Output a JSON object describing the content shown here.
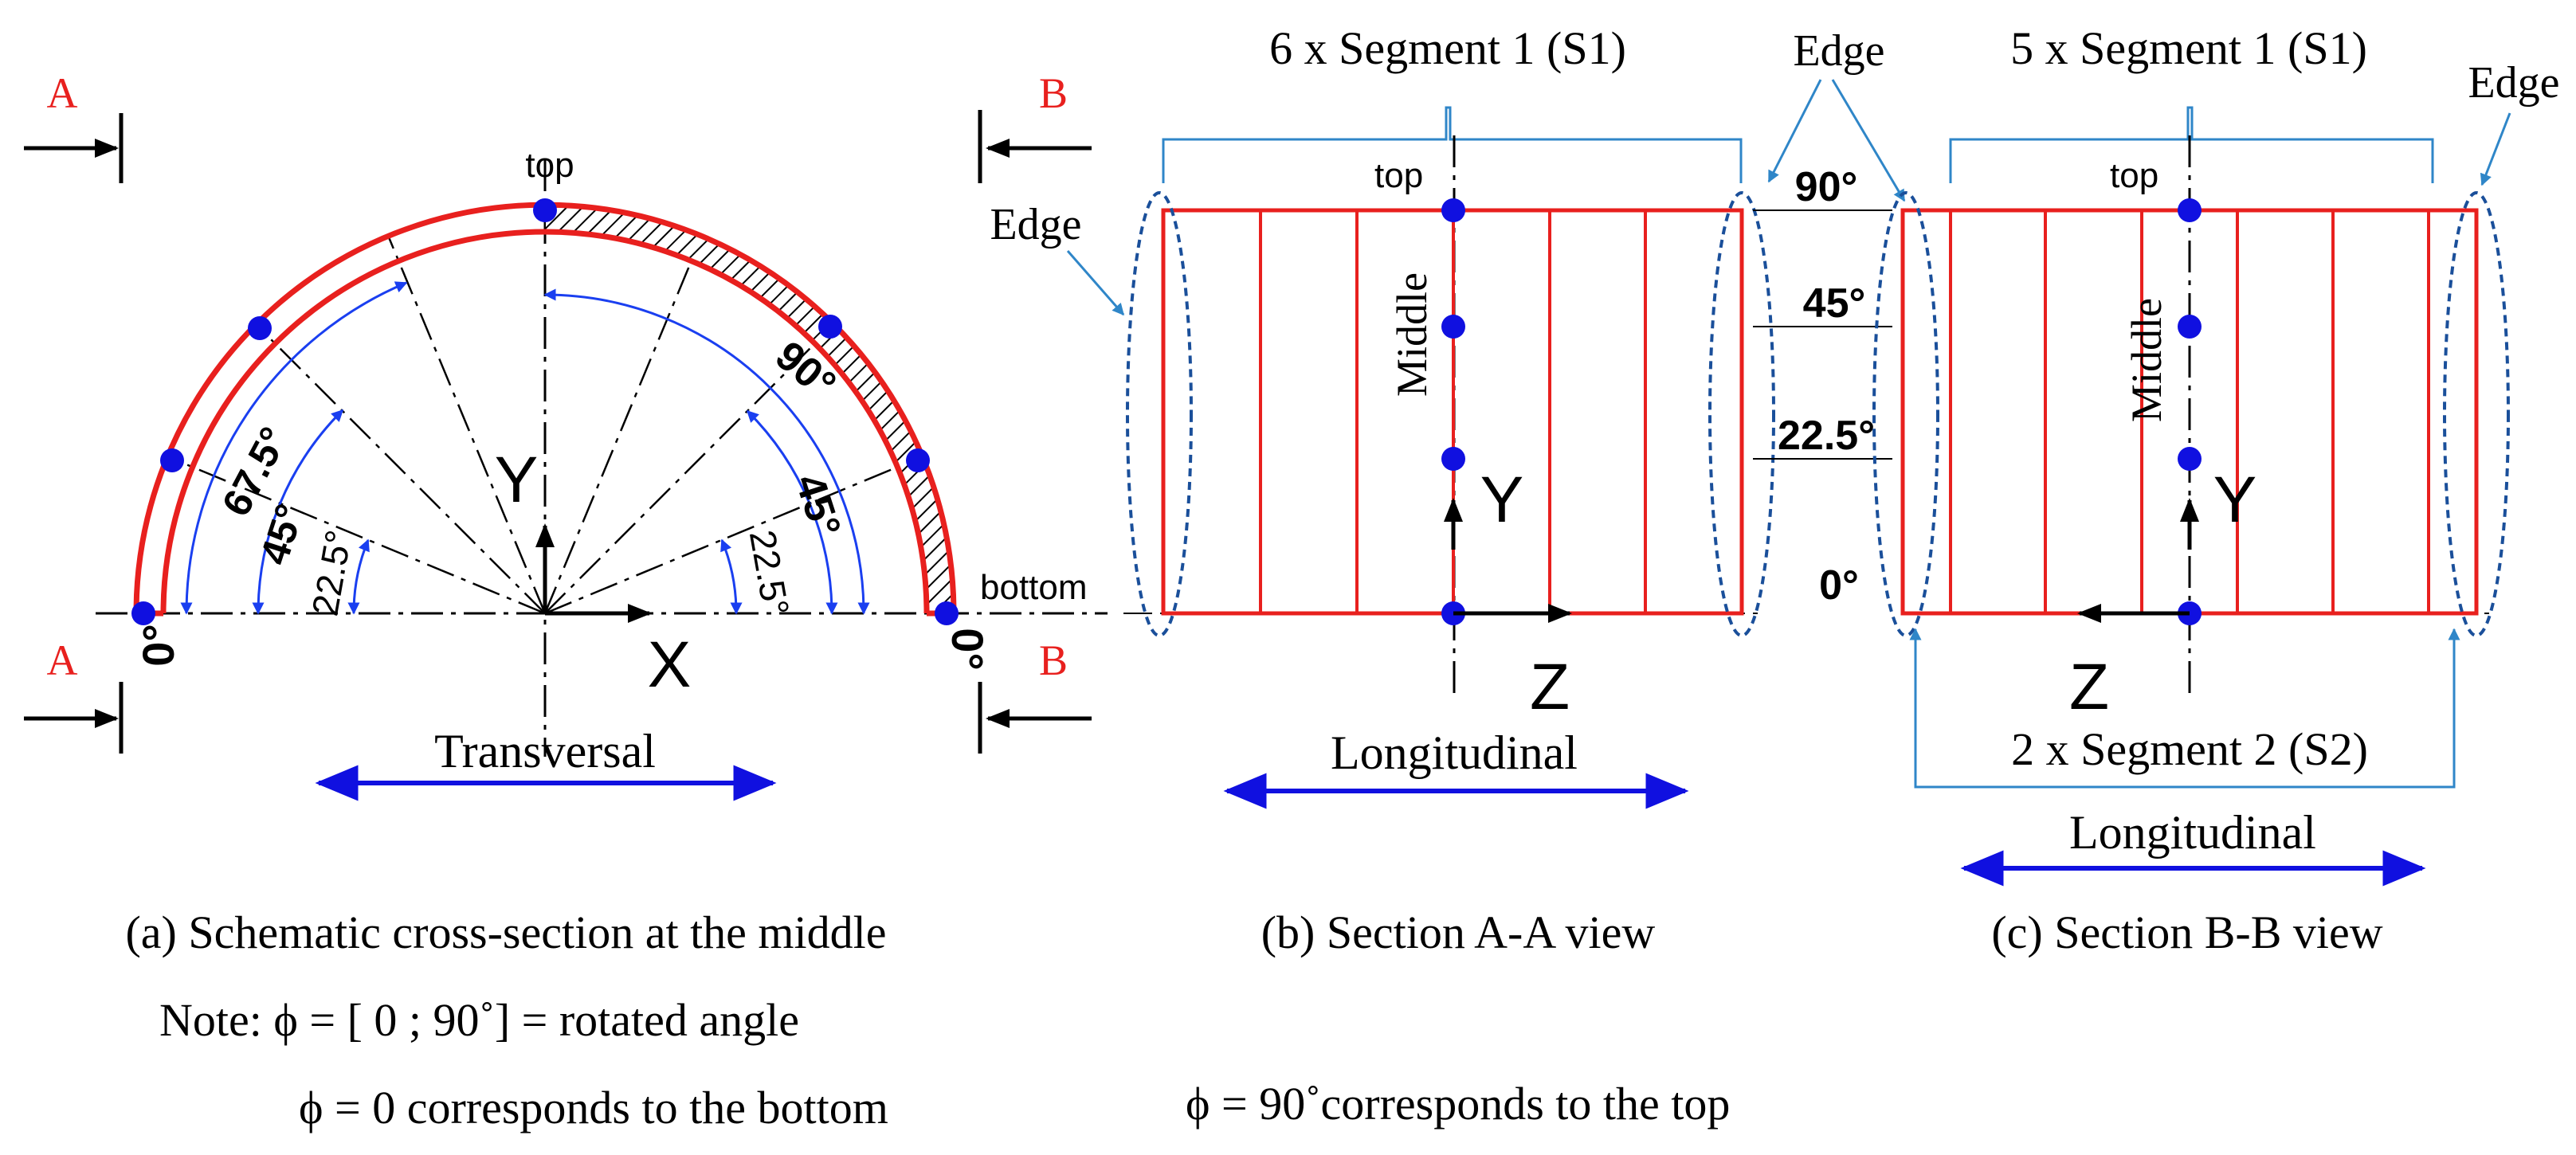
{
  "section_markers": {
    "a_top": "A",
    "a_bottom": "A",
    "b_top": "B",
    "b_bottom": "B"
  },
  "panel_a": {
    "label_top": "top",
    "label_bottom": "bottom",
    "axis_y": "Y",
    "axis_x": "X",
    "angle_left_67": "67.5°",
    "angle_left_45": "45°",
    "angle_left_22": "22.5°",
    "angle_left_0": "0°",
    "angle_right_90": "90°",
    "angle_right_45": "45°",
    "angle_right_22": "22.5°",
    "angle_right_0": "0°",
    "direction_label": "Transversal",
    "caption": "(a) Schematic cross-section at the middle"
  },
  "panel_b": {
    "segments_label": "6 x Segment 1 (S1)",
    "edge_label": "Edge",
    "label_top": "top",
    "label_middle": "Middle",
    "axis_y": "Y",
    "axis_z": "Z",
    "direction_label": "Longitudinal",
    "caption": "(b) Section A-A view"
  },
  "angle_scale": {
    "edge_label": "Edge",
    "a90": "90°",
    "a45": "45°",
    "a22": "22.5°",
    "a0": "0°"
  },
  "panel_c": {
    "segments_label": "5 x Segment 1 (S1)",
    "edge_label": "Edge",
    "label_top": "top",
    "label_middle": "Middle",
    "axis_y": "Y",
    "axis_z": "Z",
    "segments2_label": "2 x Segment 2 (S2)",
    "direction_label": "Longitudinal",
    "caption": "(c) Section B-B view"
  },
  "notes": {
    "line1": "Note: ϕ = [ 0 ; 90˚] = rotated angle",
    "line2": "ϕ = 0 corresponds to the bottom",
    "line3": "ϕ = 90˚corresponds to the top"
  },
  "colors": {
    "shell": "#e8201e",
    "point": "#1010e0",
    "dim_blue": "#1a3ff0",
    "bracket": "#2f86c8",
    "marker_red": "#e8201e",
    "ink": "#000000"
  }
}
